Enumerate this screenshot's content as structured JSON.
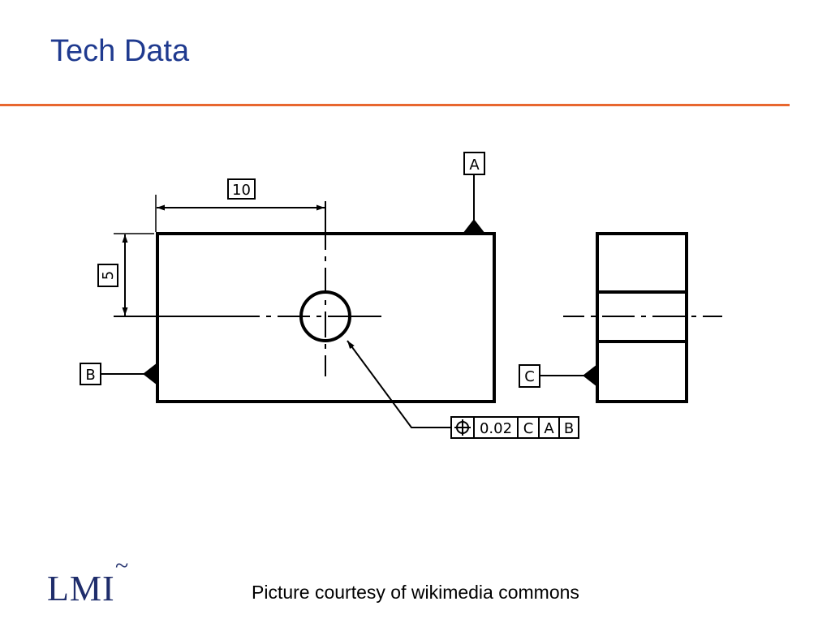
{
  "slide": {
    "title": "Tech Data",
    "caption": "Picture courtesy of wikimedia commons"
  },
  "logo": {
    "text": "LMI",
    "mark": "~"
  },
  "drawing": {
    "dimension_horizontal": "10",
    "dimension_vertical": "5",
    "datum_a": "A",
    "datum_b": "B",
    "datum_c": "C",
    "control_frame": {
      "symbol": "position-icon",
      "tolerance": "0.02",
      "datums": [
        "C",
        "A",
        "B"
      ]
    }
  },
  "colors": {
    "title": "#1f3a8f",
    "rule": "#e8672f",
    "logo": "#1f2d6b",
    "ink": "#000000"
  }
}
